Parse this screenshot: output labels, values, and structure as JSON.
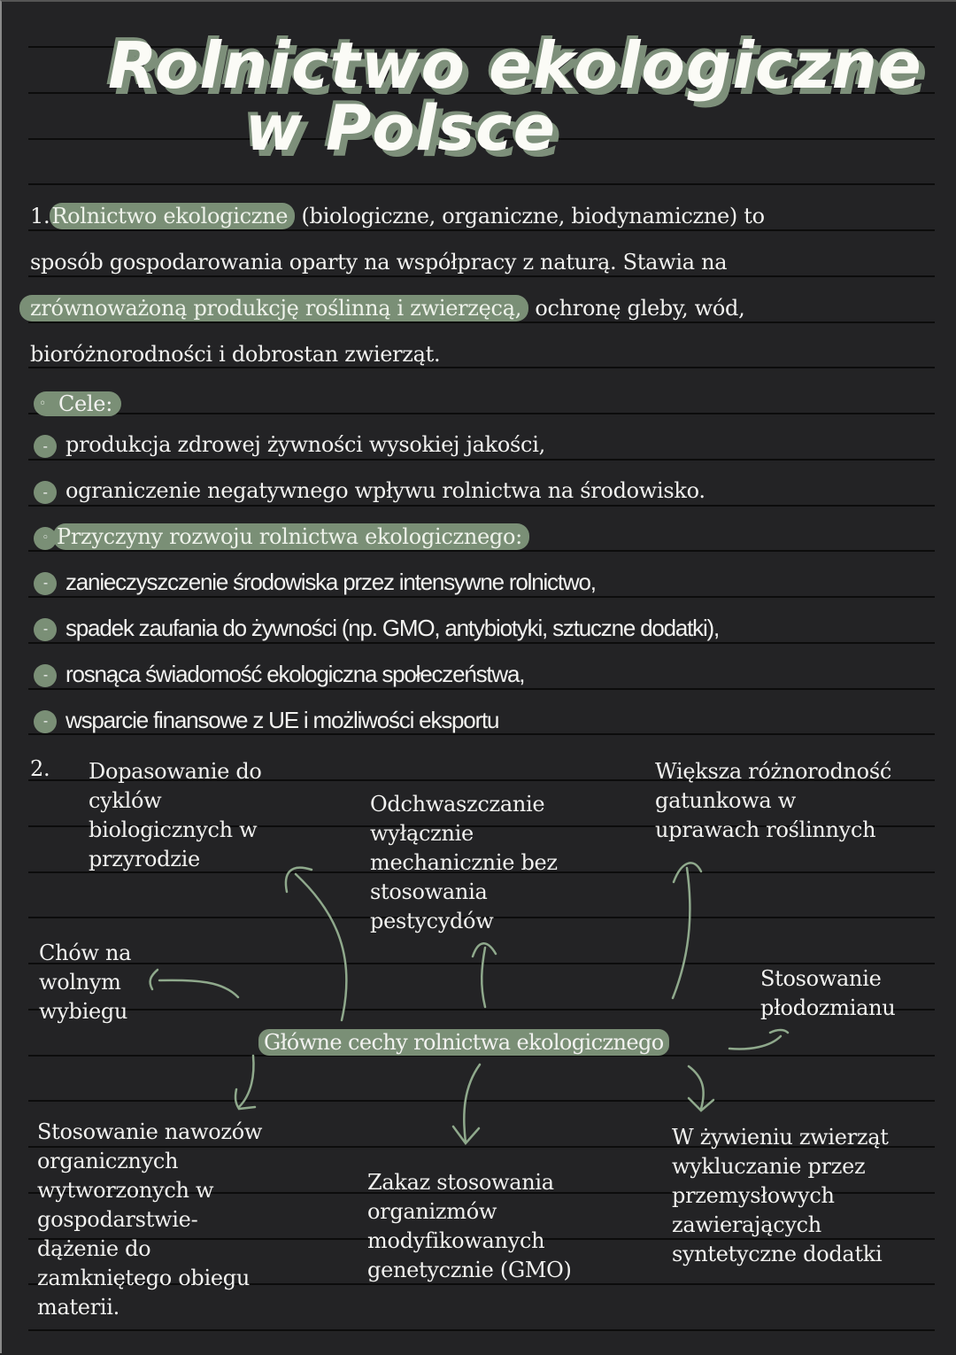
{
  "title": {
    "line1": "Rolnictwo ekologiczne",
    "line2": "w Polsce"
  },
  "section1": {
    "number": "1.",
    "highlight1": "Rolnictwo ekologiczne",
    "line1_rest": " (biologiczne, organiczne, biodynamiczne) to",
    "line2": "sposób gospodarowania oparty na współpracy z naturą. Stawia na",
    "highlight2": "zrównoważoną produkcję roślinną i zwierzęcą,",
    "line3_rest": " ochronę gleby, wód,",
    "line4": "bioróżnorodności i dobrostan zwierząt.",
    "goals": {
      "label": "Cele:",
      "items": [
        "produkcja zdrowej żywności wysokiej jakości,",
        "ograniczenie negatywnego wpływu rolnictwa na środowisko."
      ]
    },
    "reasons": {
      "label": "Przyczyny rozwoju rolnictwa ekologicznego:",
      "items": [
        "zanieczyszczenie środowiska przez intensywne rolnictwo,",
        "spadek zaufania do żywności (np. GMO, antybiotyki, sztuczne dodatki),",
        "rosnąca świadomość ekologiczna społeczeństwa,",
        "wsparcie finansowe z UE i możliwości eksportu"
      ]
    },
    "bullet_glyph": "-",
    "sub_glyph": "◦"
  },
  "section2": {
    "number": "2.",
    "center": "Główne cechy rolnictwa ekologicznego",
    "features": {
      "cycles": "Dopasowanie do\ncyklów\nbiologicznych w\nprzyrodzie",
      "weeding": "Odchwaszczanie\nwyłącznie\nmechanicznie bez\nstosowania\npestycydów",
      "diversity": "Większa różnorodność\ngatunkowa w\nuprawach roślinnych",
      "free_range": "Chów na\nwolnym\nwybiegu",
      "crop_rotation": "Stosowanie\npłodozmianu",
      "fertilizers": "Stosowanie nawozów\norganicznych\nwytworzonych w\ngospodarstwie-\ndążenie do\nzamkniętego obiegu\nmaterii.",
      "gmo_ban": "Zakaz stosowania\norganizmów\nmodyfikowanych\ngenetycznie (GMO)",
      "feeding": "W żywieniu zwierząt\nwykluczanie przez\nprzemysłowych\nzawierających\nsyntetyczne dodatki"
    }
  },
  "colors": {
    "background": "#232325",
    "accent": "#7a8f76",
    "text": "#f2f2f0",
    "rule": "#0c0c0c"
  }
}
